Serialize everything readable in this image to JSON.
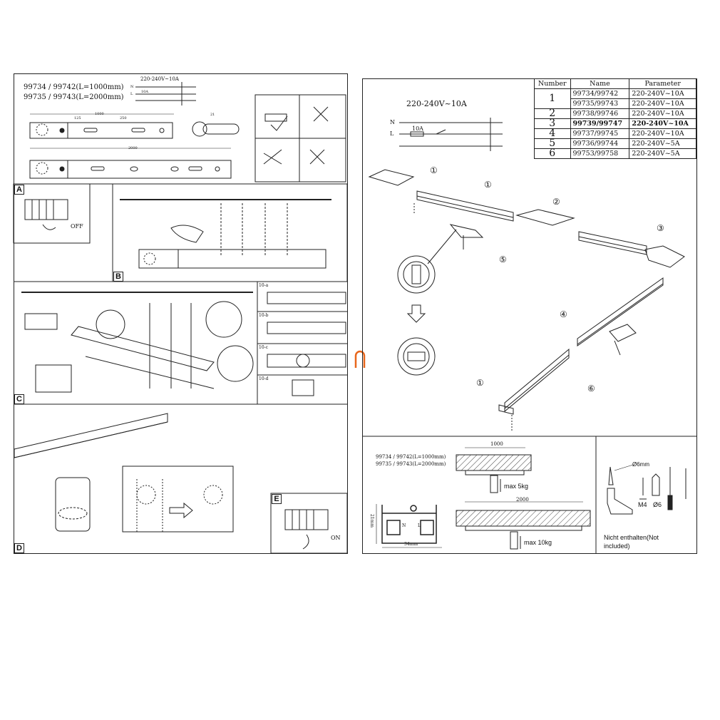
{
  "left_sheet": {
    "header": {
      "model_line_1": "99734 / 99742(L=1000mm)",
      "model_line_2": "99735 / 99743(L=2000mm)",
      "wiring_voltage": "220-240V~10A",
      "wiring_labels": {
        "n": "N",
        "l": "L",
        "fuse": "10A"
      },
      "dim_1000": "1000",
      "dim_2000": "2000",
      "dim_125": "125",
      "dim_250": "250",
      "dim_21": "21"
    },
    "sections": {
      "a": "A",
      "b": "B",
      "c": "C",
      "d": "D",
      "e": "E"
    },
    "switch_off": "OFF",
    "switch_on": "ON",
    "steps": [
      "10-a",
      "10-b",
      "10-c",
      "10-d"
    ]
  },
  "right_sheet": {
    "wiring_voltage": "220-240V~10A",
    "wiring_labels": {
      "n": "N",
      "l": "L",
      "fuse": "10A"
    },
    "parts_table": {
      "headers": [
        "Number",
        "Name",
        "Parameter"
      ],
      "rows": [
        {
          "number": "1",
          "names": [
            "99734/99742",
            "99735/99743"
          ],
          "params": [
            "220-240V~10A",
            "220-240V~10A"
          ]
        },
        {
          "number": "2",
          "names": [
            "99738/99746"
          ],
          "params": [
            "220-240V~10A"
          ]
        },
        {
          "number": "3",
          "names": [
            "99739/99747"
          ],
          "params": [
            "220-240V~10A"
          ]
        },
        {
          "number": "4",
          "names": [
            "99737/99745"
          ],
          "params": [
            "220-240V~10A"
          ]
        },
        {
          "number": "5",
          "names": [
            "99736/99744"
          ],
          "params": [
            "220-240V~5A"
          ]
        },
        {
          "number": "6",
          "names": [
            "99753/99758"
          ],
          "params": [
            "220-240V~5A"
          ]
        }
      ]
    },
    "callouts": [
      "①",
      "②",
      "③",
      "④",
      "⑤",
      "⑥"
    ],
    "bottom": {
      "model_line_1": "99734 / 99742(L=1000mm)",
      "model_line_2": "99735 / 99743(L=2000mm)",
      "dim_1000": "1000",
      "dim_2000": "2000",
      "max_5kg": "max 5kg",
      "max_10kg": "max 10kg",
      "profile_height": "21mm",
      "profile_width": "34mm",
      "profile_n": "N",
      "profile_l": "L",
      "screw_diameter": "Ø6mm",
      "screw_m4": "M4",
      "dowel_6": "Ø6",
      "not_included": "Nicht enthalten(Not included)"
    }
  },
  "colors": {
    "accent": "#e8671c",
    "line": "#222222"
  }
}
